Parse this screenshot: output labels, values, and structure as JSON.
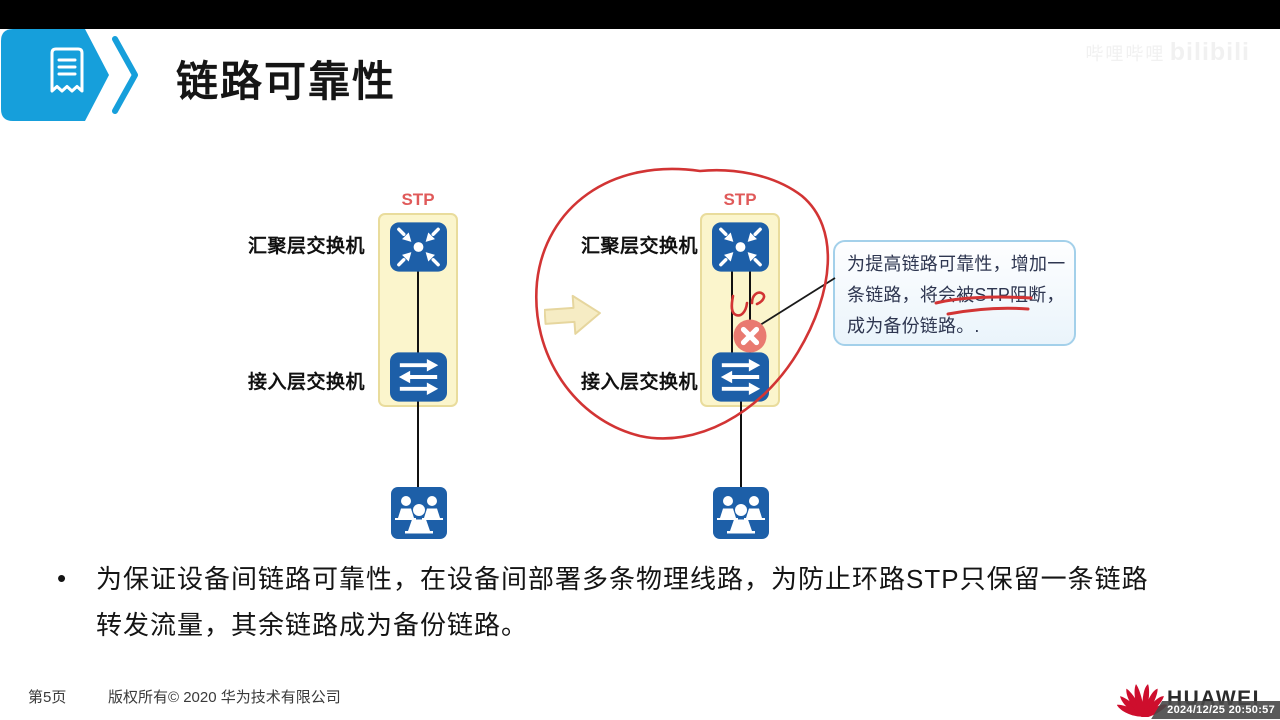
{
  "header": {
    "title": "链路可靠性"
  },
  "watermark": {
    "cn": "哔哩哔哩",
    "latin": "bilibili"
  },
  "diagram": {
    "left": {
      "stp": "STP",
      "aggregation_switch": "汇聚层交换机",
      "access_switch": "接入层交换机"
    },
    "right": {
      "stp": "STP",
      "aggregation_switch": "汇聚层交换机",
      "access_switch": "接入层交换机"
    },
    "callout": {
      "before": "为提高链路可靠性，增加一条链路，",
      "underlined": "将会被STP阻断，",
      "after": "成为备份链路。."
    }
  },
  "bullet": {
    "marker": "•",
    "lines": [
      "为保证设备间链路可靠性，在设备间部署多条物理线路，为防止环路STP只保留一条链路",
      "转发流量，其余链路成为备份链路。"
    ]
  },
  "footer": {
    "page": "第5页",
    "copyright": "版权所有© 2020 华为技术有限公司",
    "brand": "HUAWEI"
  },
  "overlay": {
    "timestamp": "2024/12/25 20:50:57"
  },
  "colors": {
    "accent_blue": "#169FDB",
    "switch_blue": "#1D5FA8",
    "panel_yellow": "#FBF5CC",
    "panel_yellow_border": "#E9DC9C",
    "stp_label_red": "#E05A5A",
    "annotation_red": "#D23434",
    "block_circle_red": "#E97A70",
    "callout_border_blue": "#A3D0EA",
    "huawei_red": "#CE0E2D"
  }
}
